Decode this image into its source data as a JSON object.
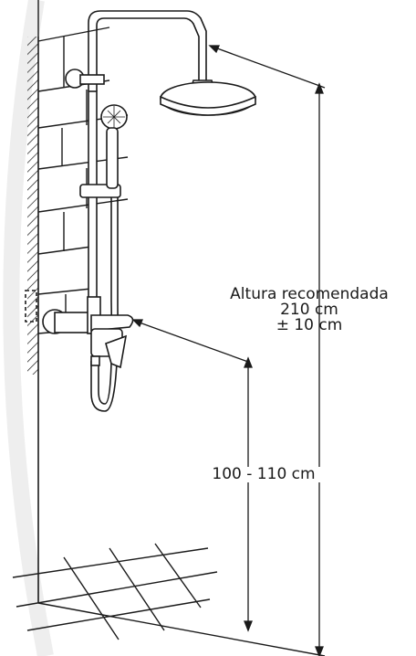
{
  "labels": {
    "recommended_height_title": "Altura recomendada",
    "recommended_height_value": "210 cm",
    "recommended_height_tolerance": "± 10 cm",
    "faucet_height": "100 - 110 cm"
  },
  "colors": {
    "line": "#1a1a1a",
    "background": "#ffffff",
    "wall_hatch": "#1a1a1a"
  }
}
